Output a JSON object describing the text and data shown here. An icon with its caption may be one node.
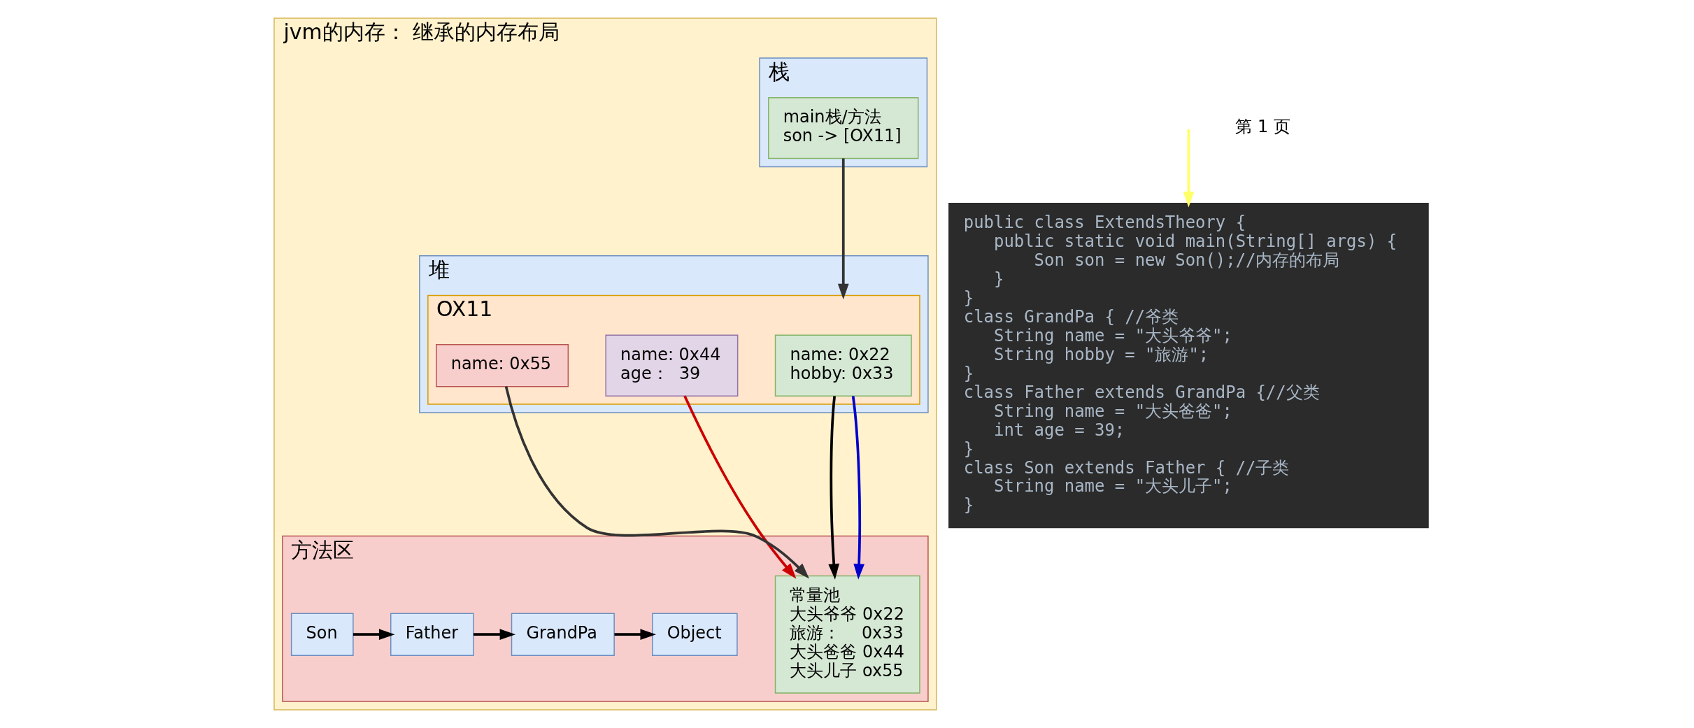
{
  "diagram": {
    "nodes": [
      {
        "text": [
          "jvm的内存： 继承的内存布局"
        ]
      },
      {
        "text": [
          "栈"
        ],
        "in": 0
      },
      {
        "text": [
          "main栈/方法",
          "son -> [OX11]"
        ],
        "in": 1
      },
      {
        "text": [
          "堆"
        ],
        "in": 0
      },
      {
        "text": [
          "OX11"
        ],
        "in": 3
      },
      {
        "text": [
          "name: 0x22",
          "hobby: 0x33"
        ],
        "in": 4
      },
      {
        "text": [
          "name: 0x44",
          "age：  39"
        ],
        "in": 4
      },
      {
        "text": [
          "name: 0x55"
        ],
        "in": 4
      },
      {
        "text": [
          "方法区"
        ],
        "in": 0
      },
      {
        "text": [
          "常量池",
          "大头爷爷 0x22",
          "旅游：    0x33",
          "大头爸爸 0x44",
          "大头儿子 ox55"
        ],
        "in": 8
      },
      {
        "text": [
          "Object"
        ],
        "in": 8
      },
      {
        "text": [
          "GrandPa"
        ],
        "in": 8
      },
      {
        "text": [
          "Father"
        ],
        "in": 8
      },
      {
        "text": [
          "Son"
        ],
        "in": 8
      },
      {
        "text": [
          "public class ExtendsTheory {",
          "    public static void main(String[] args) {",
          "        Son son = new Son();//内存的布局",
          "    }",
          "}",
          "class GrandPa { //爷类",
          "    String name = \"大头爷爷\";",
          "    String hobby = \"旅游\";",
          "}",
          "class Father extends GrandPa {//父类",
          "    String name = \"大头爸爸\";",
          "    int age = 39;",
          "}",
          "class Son extends Father { //子类",
          "    String name = \"大头儿子\";",
          "}"
        ]
      }
    ],
    "edges": [
      {
        "from": 2,
        "to": 4,
        "arrow": "to",
        "color": "#333333"
      },
      {
        "from": 5,
        "to": 9,
        "arrow": "to"
      },
      {
        "from": 5,
        "to": 9,
        "arrow": "to",
        "color": "#0000cc"
      },
      {
        "from": 6,
        "to": 9,
        "arrow": "to",
        "color": "#cc0000"
      },
      {
        "from": 7,
        "to": 9,
        "arrow": "to",
        "color": "#333333"
      },
      {
        "from": 11,
        "to": 10,
        "arrow": "to"
      },
      {
        "from": 12,
        "to": 11,
        "arrow": "to"
      },
      {
        "from": 13,
        "to": 12,
        "arrow": "to"
      },
      {
        "from": null,
        "to": 14,
        "arrow": "to",
        "color": "#ffff66"
      }
    ],
    "labels": [
      "第 1 页"
    ]
  }
}
